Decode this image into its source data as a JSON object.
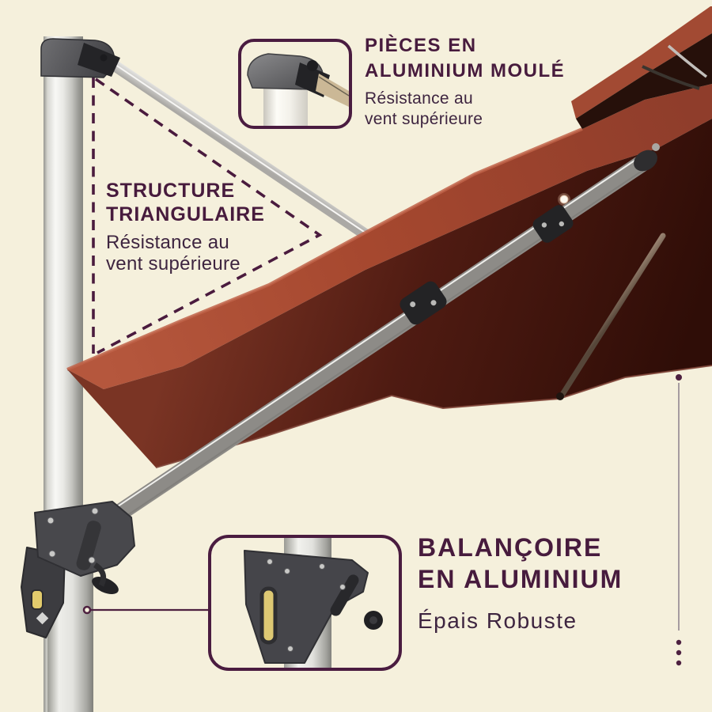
{
  "palette": {
    "background": "#f5f0dc",
    "heading_purple": "#471b3d",
    "subtitle_purple": "#3e2540",
    "border_purple": "#4a1c40",
    "dash_purple": "#4a1b3e",
    "canopy_rust": "#a6482f",
    "canopy_shadow": "#4f1b12",
    "pole_silver": "#e9e9e5",
    "hardware_gray": "#45454a",
    "crank_yellow": "#ddc873",
    "measure_line_gray": "#938791"
  },
  "callout_cast_aluminum": {
    "title_line1": "PIÈCES EN",
    "title_line2": "ALUMINIUM MOULÉ",
    "subtitle_line1": "Résistance au",
    "subtitle_line2": "vent supérieure"
  },
  "callout_triangle": {
    "title_line1": "STRUCTURE",
    "title_line2": "TRIANGULAIRE",
    "subtitle_line1": "Résistance au",
    "subtitle_line2": "vent supérieure"
  },
  "callout_crank": {
    "title_line1": "BALANÇOIRE",
    "title_line2": "EN ALUMINIUM",
    "subtitle": "Épais Robuste"
  }
}
